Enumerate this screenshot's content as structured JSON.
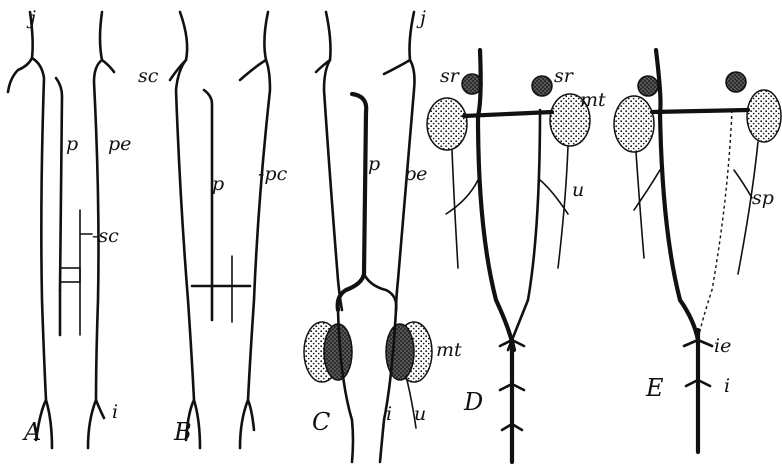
{
  "figure": {
    "panels": [
      {
        "id": "A",
        "caption": "A",
        "labels": {
          "j": "j",
          "sc_top": "sc",
          "p": "p",
          "pe": "pe",
          "sc_mid": "-sc",
          "i": "i"
        }
      },
      {
        "id": "B",
        "caption": "B",
        "labels": {
          "p": "p",
          "pc": "-pc"
        }
      },
      {
        "id": "C",
        "caption": "C",
        "labels": {
          "j": "j",
          "p": "p",
          "pe": "pe",
          "mt": "mt",
          "i": "i",
          "u": "u"
        }
      },
      {
        "id": "D",
        "caption": "D",
        "labels": {
          "sr_left": "sr",
          "sr_right": "sr",
          "mt": "mt",
          "u": "u"
        }
      },
      {
        "id": "E",
        "caption": "E",
        "labels": {
          "sp": "sp",
          "ie": "ie",
          "i": "i"
        }
      }
    ]
  }
}
